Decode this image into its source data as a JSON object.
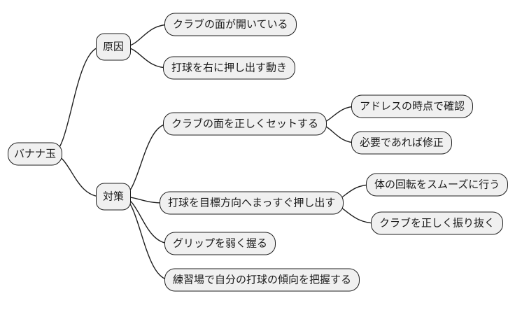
{
  "diagram": {
    "type": "mindmap",
    "title": "バナナ玉",
    "colors": {
      "node_fill": "#f0f0f0",
      "node_border": "#1f1f1f",
      "edge": "#1f1f1f",
      "text": "#1a1a1a",
      "background": "#ffffff"
    },
    "root": {
      "label": "バナナ玉"
    },
    "branches": [
      {
        "label": "原因",
        "children": [
          {
            "label": "クラブの面が開いている"
          },
          {
            "label": "打球を右に押し出す動き"
          }
        ]
      },
      {
        "label": "対策",
        "children": [
          {
            "label": "クラブの面を正しくセットする",
            "children": [
              {
                "label": "アドレスの時点で確認"
              },
              {
                "label": "必要であれば修正"
              }
            ]
          },
          {
            "label": "打球を目標方向へまっすぐ押し出す",
            "children": [
              {
                "label": "体の回転をスムーズに行う"
              },
              {
                "label": "クラブを正しく振り抜く"
              }
            ]
          },
          {
            "label": "グリップを弱く握る"
          },
          {
            "label": "練習場で自分の打球の傾向を把握する"
          }
        ]
      }
    ]
  }
}
